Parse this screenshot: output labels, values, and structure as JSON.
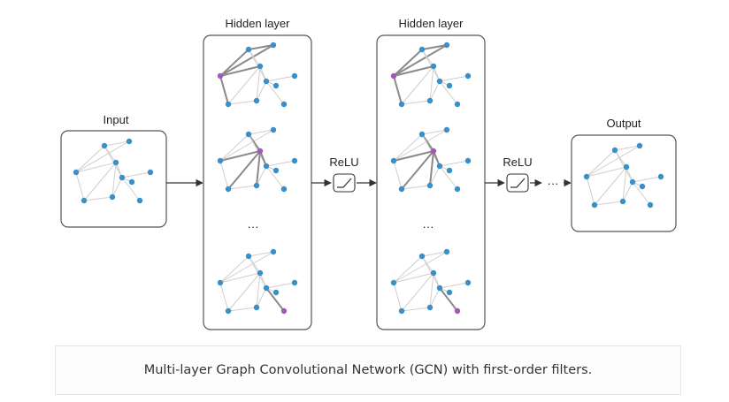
{
  "labels": {
    "input": "Input",
    "hidden_1": "Hidden layer",
    "hidden_2": "Hidden layer",
    "relu_1": "ReLU",
    "relu_2": "ReLU",
    "output": "Output",
    "ellipsis_1": "···",
    "ellipsis_2": "···",
    "trailing_dots": "···"
  },
  "caption": "Multi-layer Graph Convolutional Network (GCN) with first-order filters.",
  "colors": {
    "node": "#3a8fc9",
    "node_highlight": "#a35ab5",
    "edge": "#cfcfcf",
    "edge_highlight": "#8a8a8a",
    "panel_border": "#555555",
    "arrow": "#333333"
  }
}
